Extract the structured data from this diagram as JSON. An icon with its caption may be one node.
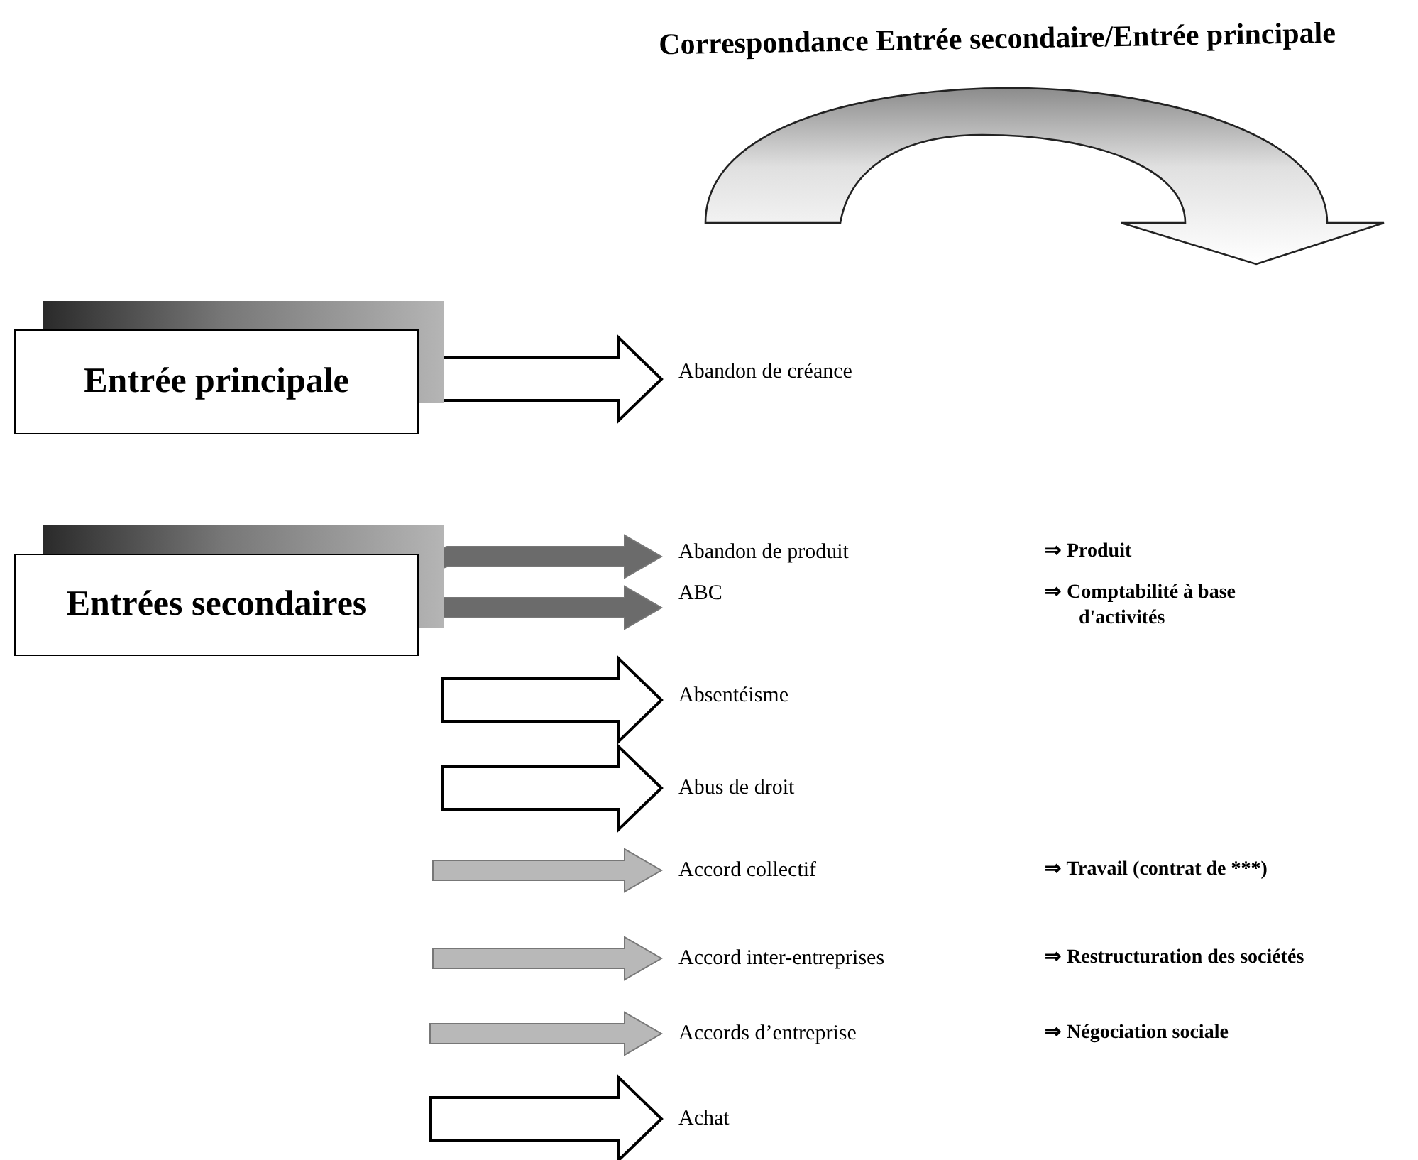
{
  "diagram": {
    "title": "Correspondance Entrée secondaire/Entrée principale",
    "nodes": [
      {
        "text": [
          "Entrée principale"
        ]
      },
      {
        "text": [
          "Entrées secondaires"
        ]
      },
      {
        "text": [
          "Abandon de créance"
        ]
      },
      {
        "text": [
          "Abandon de produit"
        ]
      },
      {
        "text": [
          "ABC"
        ]
      },
      {
        "text": [
          "Absentéisme"
        ]
      },
      {
        "text": [
          "Abus de droit"
        ]
      },
      {
        "text": [
          "Accord collectif"
        ]
      },
      {
        "text": [
          "Accord inter-entreprises"
        ]
      },
      {
        "text": [
          "Accords d’entreprise"
        ]
      },
      {
        "text": [
          "Achat"
        ]
      }
    ],
    "edges": [
      {
        "from": 0,
        "to": 2,
        "arrow": "to"
      },
      {
        "from": 1,
        "to": 3,
        "arrow": "to",
        "color": "#6b6b6b"
      },
      {
        "from": 1,
        "to": 4,
        "arrow": "to",
        "color": "#6b6b6b"
      },
      {
        "from": null,
        "to": 5,
        "arrow": "to"
      },
      {
        "from": null,
        "to": 6,
        "arrow": "to"
      },
      {
        "from": null,
        "to": 7,
        "arrow": "to",
        "color": "#b8b8b8"
      },
      {
        "from": null,
        "to": 8,
        "arrow": "to",
        "color": "#b8b8b8"
      },
      {
        "from": null,
        "to": 9,
        "arrow": "to",
        "color": "#b8b8b8"
      },
      {
        "from": null,
        "to": 10,
        "arrow": "to"
      }
    ],
    "labels": [
      "⇒ Produit",
      "⇒ Comptabilité à base d'activités",
      "⇒ Travail (contrat de ***)",
      "⇒ Restructuration des sociétés",
      "⇒ Négociation sociale"
    ]
  }
}
